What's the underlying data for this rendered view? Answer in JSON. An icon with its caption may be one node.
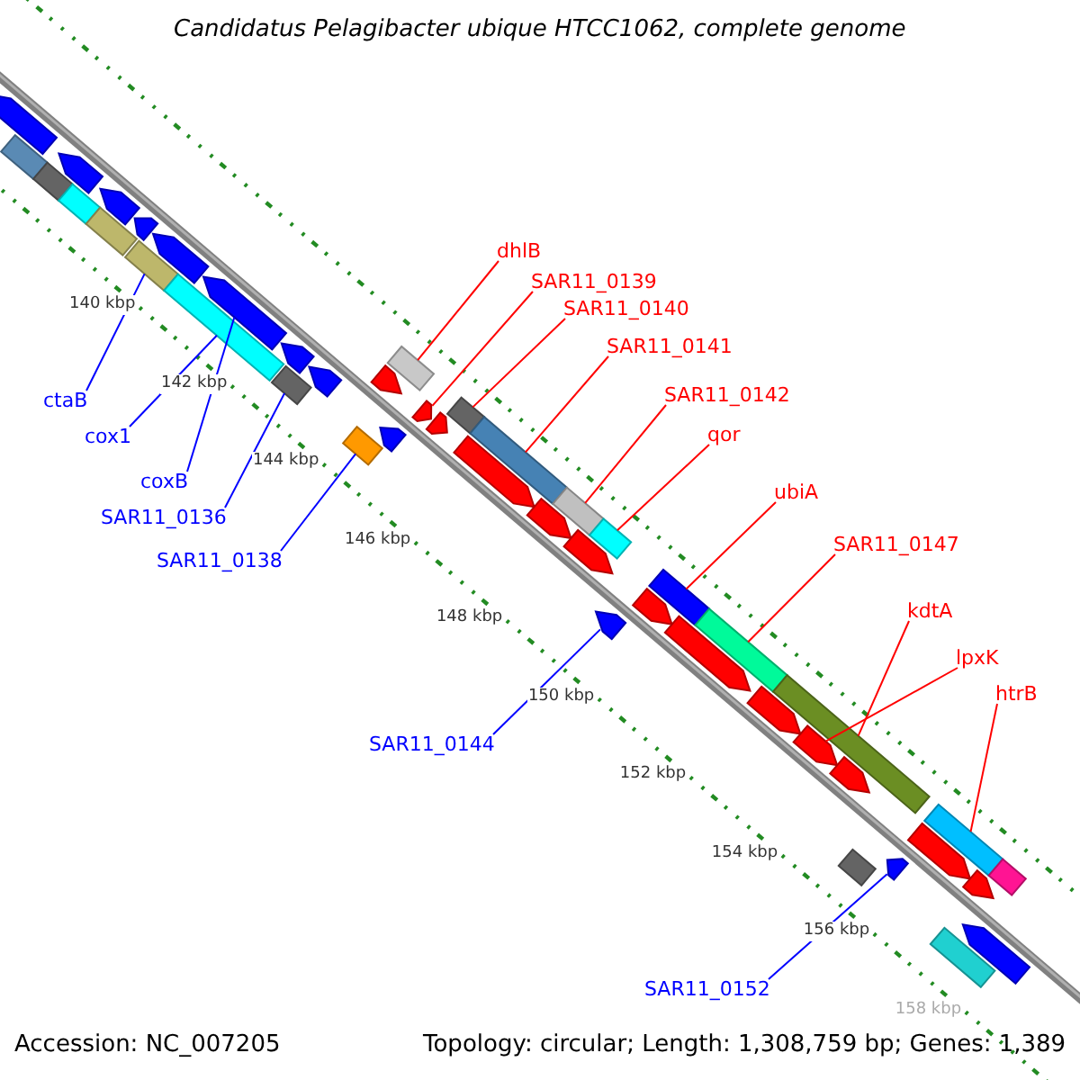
{
  "diagram": {
    "title": "Candidatus Pelagibacter ubique HTCC1062, complete genome",
    "nodes": [
      {
        "text": [
          "dhlB"
        ]
      },
      {
        "text": [
          "SAR11_0139"
        ]
      },
      {
        "text": [
          "SAR11_0140"
        ]
      },
      {
        "text": [
          "SAR11_0141"
        ]
      },
      {
        "text": [
          "SAR11_0142"
        ]
      },
      {
        "text": [
          "qor"
        ]
      },
      {
        "text": [
          "ubiA"
        ]
      },
      {
        "text": [
          "SAR11_0147"
        ]
      },
      {
        "text": [
          "kdtA"
        ]
      },
      {
        "text": [
          "lpxK"
        ]
      },
      {
        "text": [
          "htrB"
        ]
      },
      {
        "text": [
          "ctaB"
        ]
      },
      {
        "text": [
          "cox1"
        ]
      },
      {
        "text": [
          "coxB"
        ]
      },
      {
        "text": [
          "SAR11_0136"
        ]
      },
      {
        "text": [
          "SAR11_0138"
        ]
      },
      {
        "text": [
          "SAR11_0144"
        ]
      },
      {
        "text": [
          "SAR11_0152"
        ]
      },
      {
        "text": [],
        "shape": "box"
      },
      {
        "text": [],
        "shape": "arrow"
      },
      {
        "text": [],
        "shape": "box"
      },
      {
        "text": [],
        "shape": "box"
      },
      {
        "text": [],
        "shape": "box"
      },
      {
        "text": [],
        "shape": "box"
      },
      {
        "text": [],
        "shape": "box"
      },
      {
        "text": [],
        "shape": "box"
      },
      {
        "text": [],
        "shape": "box"
      },
      {
        "text": [],
        "shape": "arrow"
      },
      {
        "text": [],
        "shape": "box"
      },
      {
        "text": [],
        "shape": "box"
      },
      {
        "text": [],
        "shape": "box"
      },
      {
        "text": [],
        "shape": "arrow"
      },
      {
        "text": [],
        "shape": "box"
      },
      {
        "text": [],
        "shape": "box"
      },
      {
        "text": [],
        "shape": "arrow"
      },
      {
        "text": [],
        "shape": "arrow"
      },
      {
        "text": [],
        "shape": "arrow"
      },
      {
        "text": [],
        "shape": "arrow"
      },
      {
        "text": [],
        "shape": "arrow"
      },
      {
        "text": [],
        "shape": "arrow"
      },
      {
        "text": [],
        "shape": "arrow"
      },
      {
        "text": [],
        "shape": "arrow"
      },
      {
        "text": [],
        "shape": "arrow"
      },
      {
        "text": [],
        "shape": "arrow"
      },
      {
        "text": [],
        "shape": "arrow"
      },
      {
        "text": [],
        "shape": "box"
      },
      {
        "text": [],
        "shape": "arrow"
      },
      {
        "text": [],
        "shape": "arrow"
      },
      {
        "text": [],
        "shape": "arrow"
      },
      {
        "text": [],
        "shape": "arrow"
      },
      {
        "text": [],
        "shape": "arrow"
      },
      {
        "text": [],
        "shape": "arrow"
      },
      {
        "text": [],
        "shape": "arrow"
      },
      {
        "text": [],
        "shape": "arrow"
      },
      {
        "text": [],
        "shape": "arrow"
      },
      {
        "text": [],
        "shape": "arrow"
      },
      {
        "text": [],
        "shape": "arrow"
      },
      {
        "text": [],
        "shape": "box"
      },
      {
        "text": [],
        "shape": "box"
      },
      {
        "text": [],
        "shape": "box"
      },
      {
        "text": [],
        "shape": "box"
      },
      {
        "text": [],
        "shape": "box"
      },
      {
        "text": [],
        "shape": "box"
      }
    ],
    "edges": [
      {
        "from": 0,
        "to": 18,
        "arrow": "none"
      },
      {
        "from": 1,
        "to": 19,
        "arrow": "none"
      },
      {
        "from": 2,
        "to": 20,
        "arrow": "none"
      },
      {
        "from": 3,
        "to": 21,
        "arrow": "none"
      },
      {
        "from": 4,
        "to": 22,
        "arrow": "none"
      },
      {
        "from": 5,
        "to": 23,
        "arrow": "none"
      },
      {
        "from": 6,
        "to": 24,
        "arrow": "none"
      },
      {
        "from": 7,
        "to": 25,
        "arrow": "none"
      },
      {
        "from": 8,
        "to": 26,
        "arrow": "none"
      },
      {
        "from": 9,
        "to": 27,
        "arrow": "none"
      },
      {
        "from": 10,
        "to": 28,
        "arrow": "none"
      },
      {
        "from": 11,
        "to": 29,
        "arrow": "none",
        "color": "#0000ff"
      },
      {
        "from": 12,
        "to": 30,
        "arrow": "none",
        "color": "#0000ff"
      },
      {
        "from": 13,
        "to": 31,
        "arrow": "none",
        "color": "#0000ff"
      },
      {
        "from": 14,
        "to": 32,
        "arrow": "none",
        "color": "#0000ff"
      },
      {
        "from": 15,
        "to": 33,
        "arrow": "none",
        "color": "#0000ff"
      },
      {
        "from": 16,
        "to": 34,
        "arrow": "none",
        "color": "#0000ff"
      },
      {
        "from": 17,
        "to": 35,
        "arrow": "none",
        "color": "#0000ff"
      }
    ],
    "labels": [
      "140 kbp",
      "142 kbp",
      "144 kbp",
      "146 kbp",
      "148 kbp",
      "150 kbp",
      "152 kbp",
      "154 kbp",
      "156 kbp",
      "158 kbp",
      "Accession: NC_007205",
      "Topology: circular; Length: 1,308,759 bp; Genes: 1,389"
    ]
  }
}
